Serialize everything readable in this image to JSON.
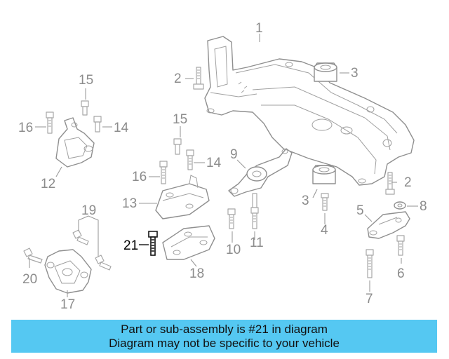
{
  "diagram": {
    "highlighted_callout": "21",
    "callouts": [
      "1",
      "2",
      "3",
      "2",
      "3",
      "4",
      "5",
      "6",
      "7",
      "8",
      "9",
      "10",
      "11",
      "12",
      "13",
      "14",
      "15",
      "16",
      "14",
      "15",
      "16",
      "17",
      "18",
      "19",
      "20",
      "21"
    ]
  },
  "colors": {
    "banner_background": "#55c8f2",
    "part_outline": "#8f8f8f",
    "highlight": "#000000"
  },
  "banner": {
    "line1": "Part or sub-assembly is #21 in diagram",
    "line2": "Diagram may not be specific to your vehicle"
  }
}
